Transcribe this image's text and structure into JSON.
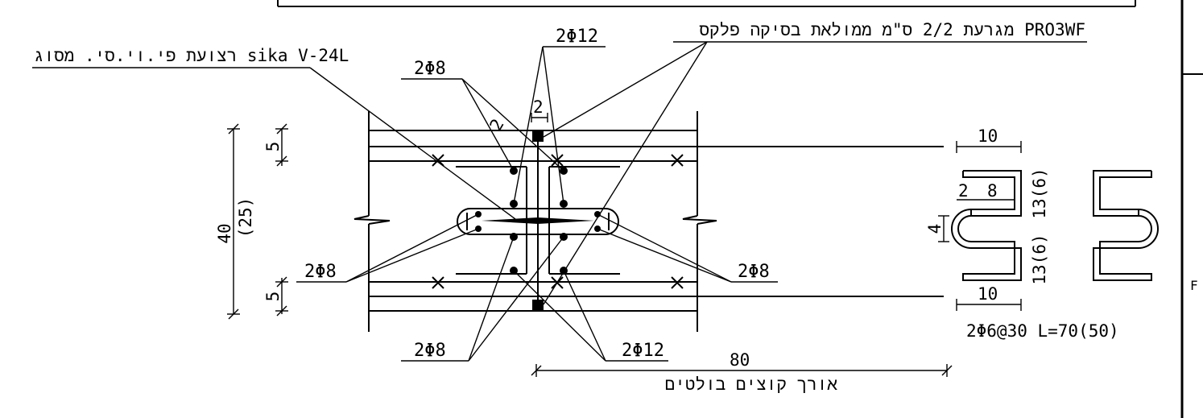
{
  "labels": {
    "waterstop": "רצועת פי.וי.סי. מסוג sika V-24L",
    "groove": "מגרעת 2/2 ס\"מ ממולאת בסיקה פלקס PRO3WF",
    "bolt_length": "אורך קוצים בולטים",
    "stirrup_spec": "2Φ6@30 L=70(50)"
  },
  "rebar": {
    "top_12": "2Φ12",
    "top_8": "2Φ8",
    "left_8": "2Φ8",
    "right_8": "2Φ8",
    "bottom_8": "2Φ8",
    "bottom_12": "2Φ12"
  },
  "dims": {
    "total_h": "40",
    "total_h_alt": "(25)",
    "cover_top": "5",
    "cover_bot": "5",
    "groove_w": "2",
    "groove_d": "2",
    "length": "80",
    "stirrup_top": "10",
    "stirrup_bot": "10",
    "s_inner": "8",
    "s_edge": "2",
    "s_gap": "4",
    "s_upper": "13(6)",
    "s_lower": "13(6)"
  },
  "edge_mark": "F"
}
